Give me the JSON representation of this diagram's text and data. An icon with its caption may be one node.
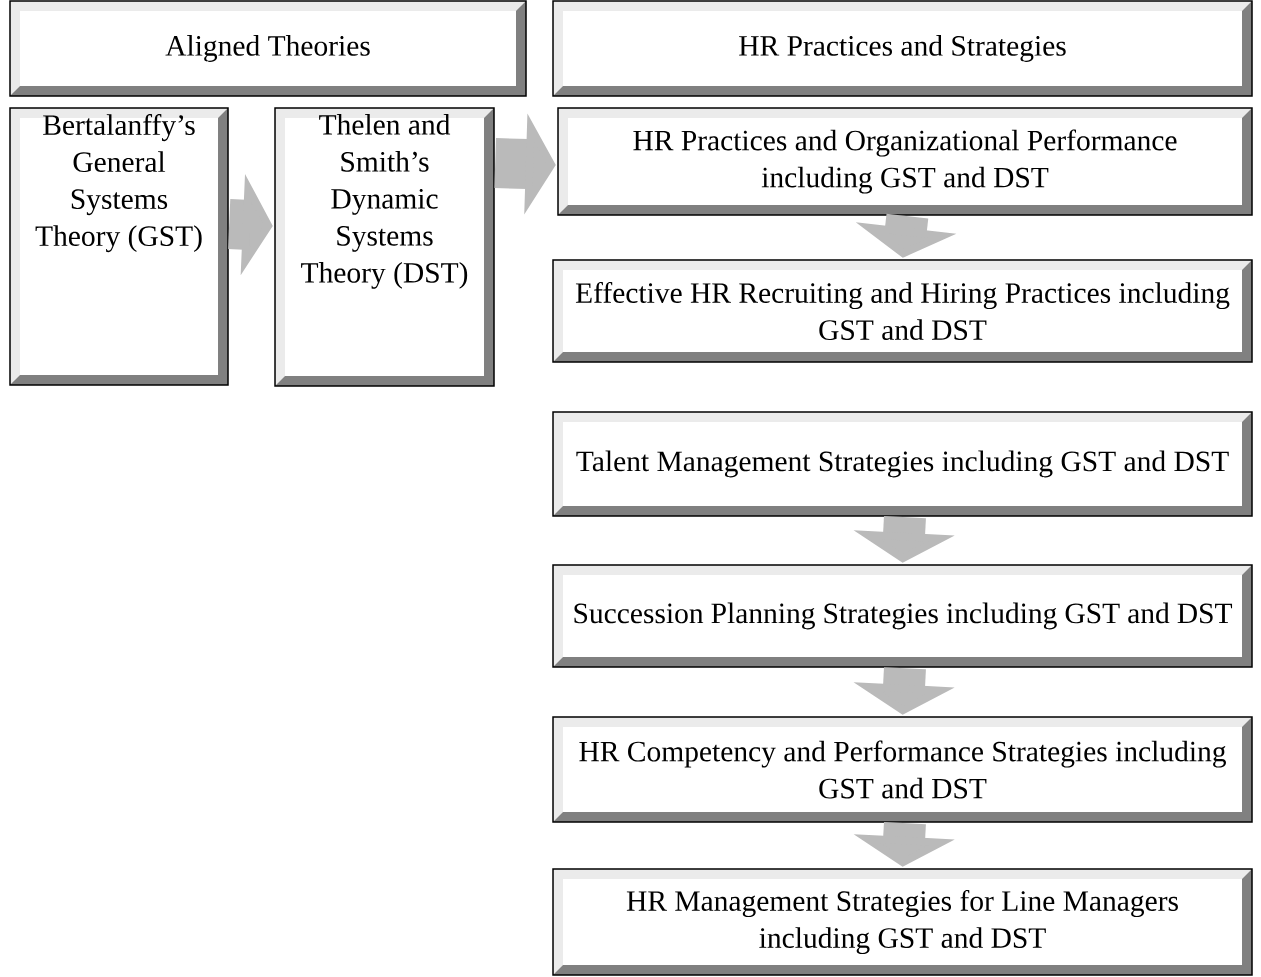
{
  "diagram": {
    "nodes": [
      {
        "text": [
          "Aligned Theories"
        ]
      },
      {
        "text": [
          "HR Practices and Strategies"
        ]
      },
      {
        "text": [
          "Bertalanffy’s General Systems Theory (GST)"
        ]
      },
      {
        "text": [
          "Thelen and Smith’s Dynamic Systems Theory (DST)"
        ]
      },
      {
        "text": [
          "HR Practices and Organizational Performance including GST and DST"
        ]
      },
      {
        "text": [
          "Effective HR Recruiting and Hiring Practices including GST and DST"
        ]
      },
      {
        "text": [
          "Talent Management Strategies including GST and DST"
        ]
      },
      {
        "text": [
          "Succession Planning Strategies including GST and DST"
        ]
      },
      {
        "text": [
          "HR Competency and Performance Strategies including GST and DST"
        ]
      },
      {
        "text": [
          "HR Management Strategies for Line Managers including GST and DST"
        ]
      }
    ],
    "edges": [
      {
        "from": 2,
        "to": 3,
        "arrow": "to"
      },
      {
        "from": 3,
        "to": 4,
        "arrow": "to"
      },
      {
        "from": 4,
        "to": 5,
        "arrow": "to"
      },
      {
        "from": 6,
        "to": 7,
        "arrow": "to"
      },
      {
        "from": 7,
        "to": 8,
        "arrow": "to"
      },
      {
        "from": 8,
        "to": 9,
        "arrow": "to"
      }
    ]
  }
}
